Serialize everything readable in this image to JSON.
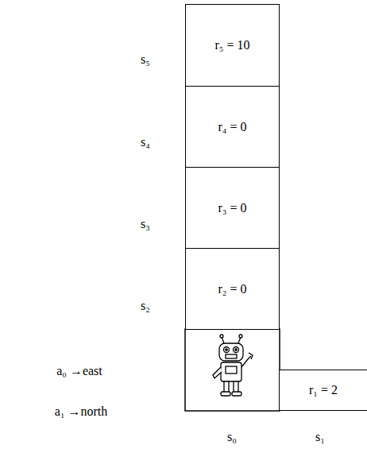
{
  "diagram": {
    "nodes": [
      {
        "text": [
          "r₅ = 10"
        ]
      },
      {
        "text": [
          "r₄ = 0"
        ]
      },
      {
        "text": [
          "r₃ = 0"
        ]
      },
      {
        "text": [
          "r₂ = 0"
        ]
      },
      {
        "text": [
          "r₁ = 2"
        ]
      }
    ],
    "labels": [
      "s₅",
      "s₄",
      "s₃",
      "s₂",
      "a₀ →east",
      "a₁ →north",
      "s₀",
      "s₁"
    ]
  }
}
